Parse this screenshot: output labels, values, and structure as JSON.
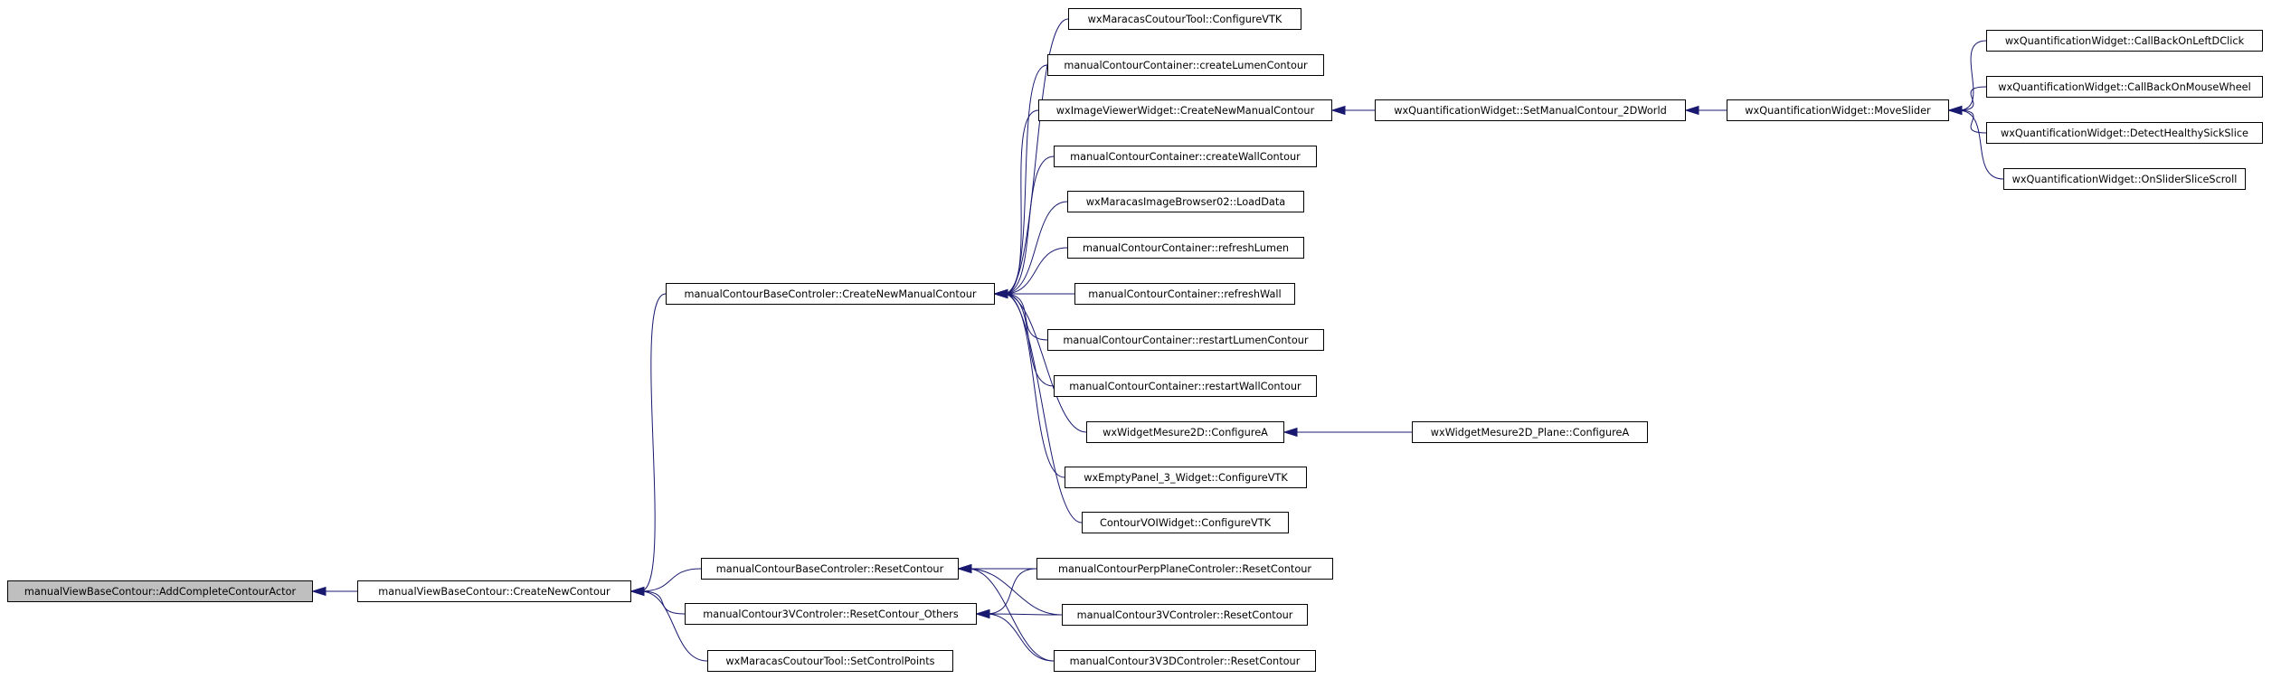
{
  "graph": {
    "colors": {
      "edge": "#191970",
      "node_border": "#000000",
      "root_fill": "#bfbfbf",
      "node_fill": "#ffffff"
    },
    "nodes": [
      {
        "id": "root",
        "label": "manualViewBaseContour::AddCompleteContourActor"
      },
      {
        "id": "createNewContour",
        "label": "manualViewBaseContour::CreateNewContour"
      },
      {
        "id": "cbcCreateNew",
        "label": "manualContourBaseControler::CreateNewManualContour"
      },
      {
        "id": "cbcReset",
        "label": "manualContourBaseControler::ResetContour"
      },
      {
        "id": "c3vResetOthers",
        "label": "manualContour3VControler::ResetContour_Others"
      },
      {
        "id": "setControlPoints",
        "label": "wxMaracasCoutourTool::SetControlPoints"
      },
      {
        "id": "coutourConfigVTK",
        "label": "wxMaracasCoutourTool::ConfigureVTK"
      },
      {
        "id": "createLumen",
        "label": "manualContourContainer::createLumenContour"
      },
      {
        "id": "ivwCreateNew",
        "label": "wxImageViewerWidget::CreateNewManualContour"
      },
      {
        "id": "createWall",
        "label": "manualContourContainer::createWallContour"
      },
      {
        "id": "loadData",
        "label": "wxMaracasImageBrowser02::LoadData"
      },
      {
        "id": "refreshLumen",
        "label": "manualContourContainer::refreshLumen"
      },
      {
        "id": "refreshWall",
        "label": "manualContourContainer::refreshWall"
      },
      {
        "id": "restartLumen",
        "label": "manualContourContainer::restartLumenContour"
      },
      {
        "id": "restartWall",
        "label": "manualContourContainer::restartWallContour"
      },
      {
        "id": "mesureConfigA",
        "label": "wxWidgetMesure2D::ConfigureA"
      },
      {
        "id": "emptyPanel",
        "label": "wxEmptyPanel_3_Widget::ConfigureVTK"
      },
      {
        "id": "voiConfig",
        "label": "ContourVOIWidget::ConfigureVTK"
      },
      {
        "id": "perpReset",
        "label": "manualContourPerpPlaneControler::ResetContour"
      },
      {
        "id": "c3vReset",
        "label": "manualContour3VControler::ResetContour"
      },
      {
        "id": "c3v3dReset",
        "label": "manualContour3V3DControler::ResetContour"
      },
      {
        "id": "setManual2D",
        "label": "wxQuantificationWidget::SetManualContour_2DWorld"
      },
      {
        "id": "planeConfigA",
        "label": "wxWidgetMesure2D_Plane::ConfigureA"
      },
      {
        "id": "moveSlider",
        "label": "wxQuantificationWidget::MoveSlider"
      },
      {
        "id": "cbLeftDClick",
        "label": "wxQuantificationWidget::CallBackOnLeftDClick"
      },
      {
        "id": "cbMouseWheel",
        "label": "wxQuantificationWidget::CallBackOnMouseWheel"
      },
      {
        "id": "detectSick",
        "label": "wxQuantificationWidget::DetectHealthySickSlice"
      },
      {
        "id": "sliderScroll",
        "label": "wxQuantificationWidget::OnSliderSliceScroll"
      }
    ],
    "edges": [
      [
        "createNewContour",
        "root"
      ],
      [
        "cbcCreateNew",
        "createNewContour"
      ],
      [
        "cbcReset",
        "createNewContour"
      ],
      [
        "c3vResetOthers",
        "createNewContour"
      ],
      [
        "setControlPoints",
        "createNewContour"
      ],
      [
        "coutourConfigVTK",
        "cbcCreateNew"
      ],
      [
        "createLumen",
        "cbcCreateNew"
      ],
      [
        "ivwCreateNew",
        "cbcCreateNew"
      ],
      [
        "createWall",
        "cbcCreateNew"
      ],
      [
        "loadData",
        "cbcCreateNew"
      ],
      [
        "refreshLumen",
        "cbcCreateNew"
      ],
      [
        "refreshWall",
        "cbcCreateNew"
      ],
      [
        "restartLumen",
        "cbcCreateNew"
      ],
      [
        "restartWall",
        "cbcCreateNew"
      ],
      [
        "mesureConfigA",
        "cbcCreateNew"
      ],
      [
        "emptyPanel",
        "cbcCreateNew"
      ],
      [
        "voiConfig",
        "cbcCreateNew"
      ],
      [
        "perpReset",
        "cbcReset"
      ],
      [
        "c3vReset",
        "cbcReset"
      ],
      [
        "c3v3dReset",
        "cbcReset"
      ],
      [
        "perpReset",
        "c3vResetOthers"
      ],
      [
        "c3vReset",
        "c3vResetOthers"
      ],
      [
        "c3v3dReset",
        "c3vResetOthers"
      ],
      [
        "setManual2D",
        "ivwCreateNew"
      ],
      [
        "moveSlider",
        "setManual2D"
      ],
      [
        "planeConfigA",
        "mesureConfigA"
      ],
      [
        "cbLeftDClick",
        "moveSlider"
      ],
      [
        "cbMouseWheel",
        "moveSlider"
      ],
      [
        "detectSick",
        "moveSlider"
      ],
      [
        "sliderScroll",
        "moveSlider"
      ]
    ]
  }
}
